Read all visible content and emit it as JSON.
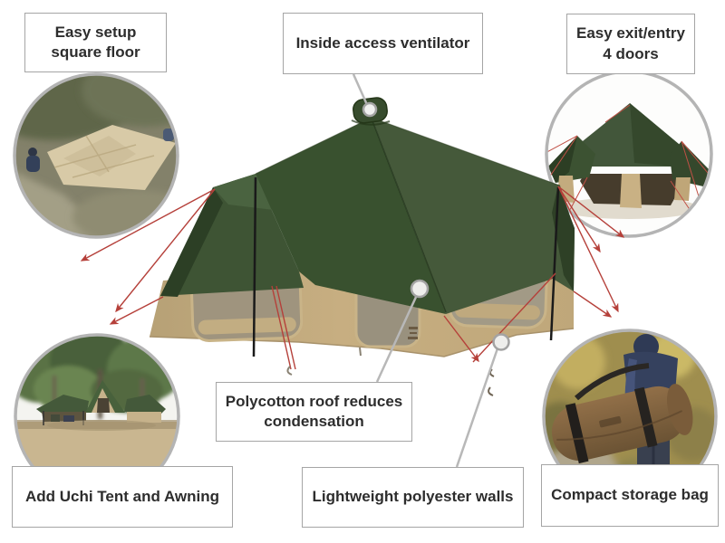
{
  "diagram": {
    "subject": "square bell tent feature infographic",
    "background": "#ffffff"
  },
  "callouts": [
    {
      "id": "easy-setup-square-floor",
      "label": "Easy setup\nsquare floor",
      "media": "photo-circle-top-left"
    },
    {
      "id": "inside-access-ventilator",
      "label": "Inside access ventilator",
      "media": "leader-dot-at-tent-peak"
    },
    {
      "id": "easy-exit-entry-4-doors",
      "label": "Easy exit/entry\n4 doors",
      "media": "photo-circle-top-right"
    },
    {
      "id": "polycotton-roof",
      "label": "Polycotton roof reduces\ncondensation",
      "media": "leader-dot-on-roof"
    },
    {
      "id": "add-uchi-tent-awning",
      "label": "Add Uchi Tent and Awning",
      "media": "photo-circle-bottom-left"
    },
    {
      "id": "lightweight-walls",
      "label": "Lightweight polyester walls",
      "media": "leader-dot-on-wall"
    },
    {
      "id": "compact-storage-bag",
      "label": "Compact storage bag",
      "media": "photo-circle-bottom-right"
    }
  ],
  "photos": {
    "easy_setup": "groundsheet-laid-on-grass-photo",
    "four_doors": "tent-with-all-doors-open-photo",
    "uchi_awning": "campsite-tent-with-awning-under-trees-photo",
    "storage_bag": "person-carrying-brown-duffel-bag-photo"
  },
  "colors": {
    "roof_green": "#45593a",
    "roof_green_dark": "#2e4026",
    "roof_green_bright": "#4a6340",
    "wall_tan": "#c2ab7f",
    "mesh_panel": "#a09783",
    "guy_rope_red": "#b5403a",
    "pole_black": "#1a1a1a",
    "leader_gray": "#b8b8b8",
    "box_border": "#a5a5a5",
    "label_text": "#2d2d2d"
  }
}
